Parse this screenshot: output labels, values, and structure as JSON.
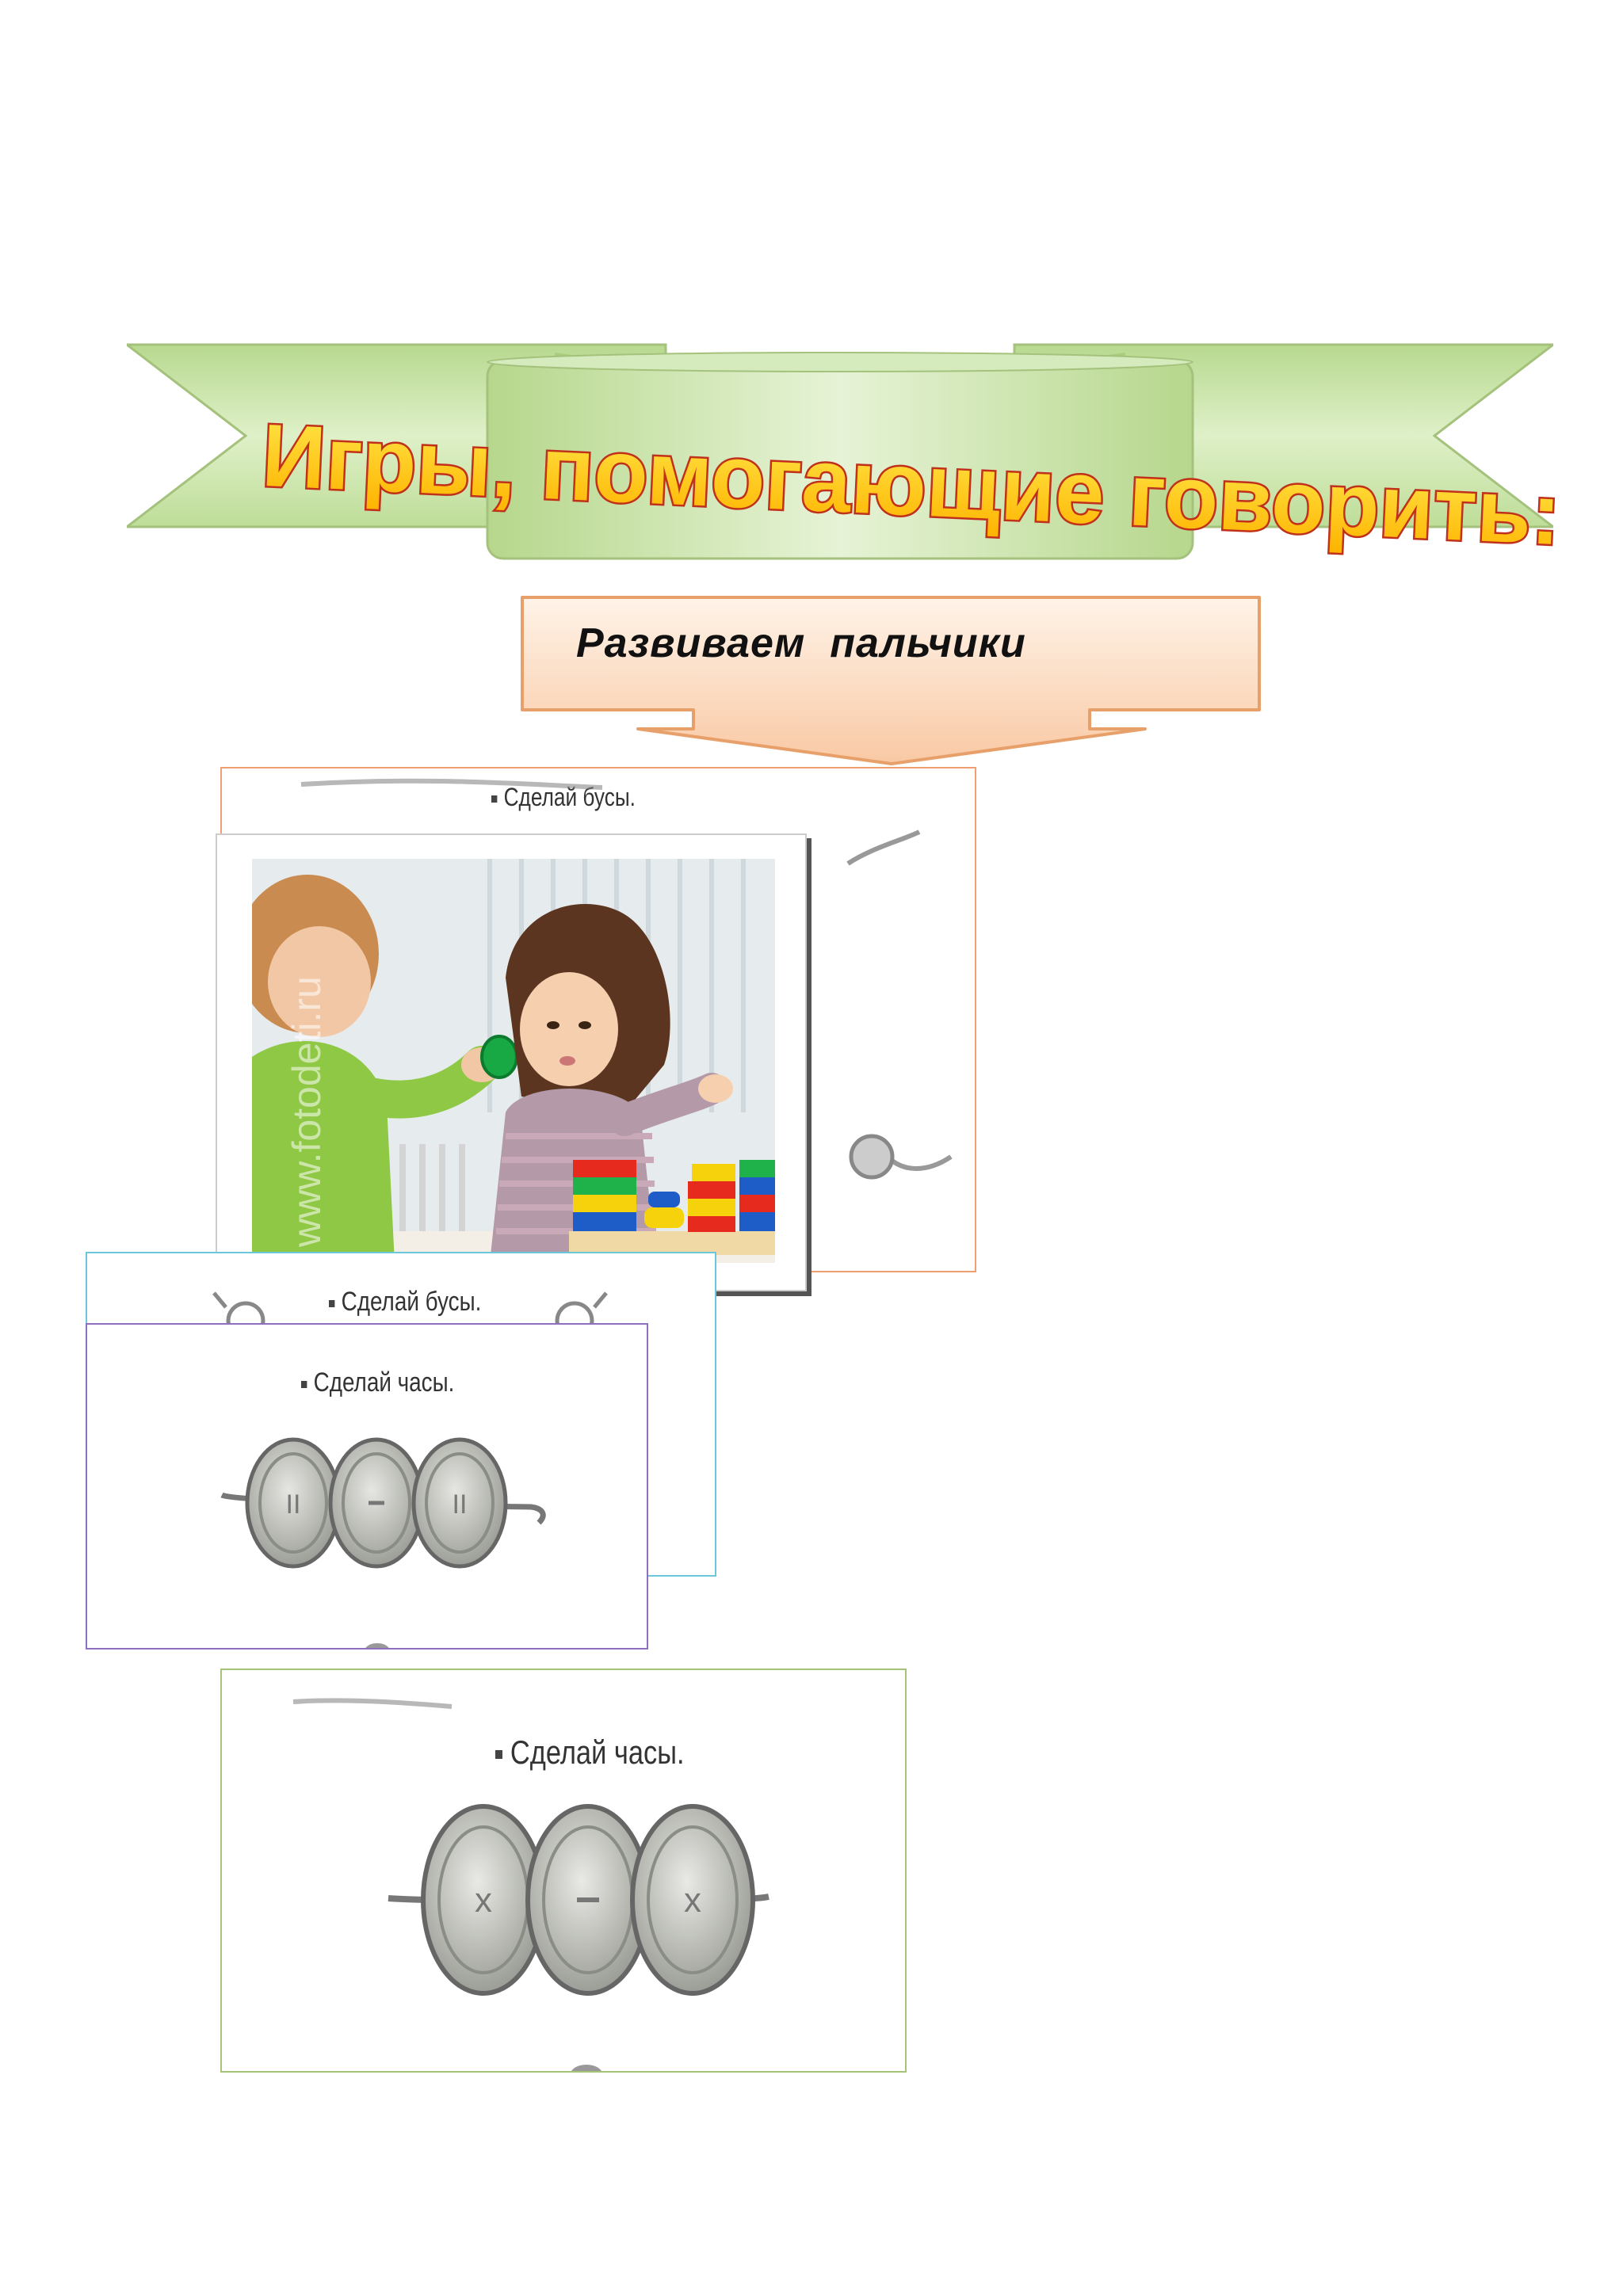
{
  "banner": {
    "title": "Игры, помогающие говорить:"
  },
  "callout": {
    "label": "Развиваем  пальчики"
  },
  "frames": {
    "beads_top": {
      "caption": "Сделай бусы."
    },
    "photo": {
      "watermark": "www.fotodeti.ru"
    },
    "beads_small": {
      "caption": "Сделай бусы."
    },
    "clock_small": {
      "caption": "Сделай часы."
    },
    "clock_big": {
      "caption": "Сделай часы."
    }
  },
  "colors": {
    "ribbon_green": "#c9e3a8",
    "title_fill": "#ffd21a",
    "title_outline": "#c0301a",
    "callout_fill": "#fde0c8",
    "callout_border": "#e8a06a",
    "frame_orange": "#f0a070",
    "frame_cyan": "#6cc6dc",
    "frame_purple": "#8e6fc0",
    "frame_green": "#a6c478"
  }
}
